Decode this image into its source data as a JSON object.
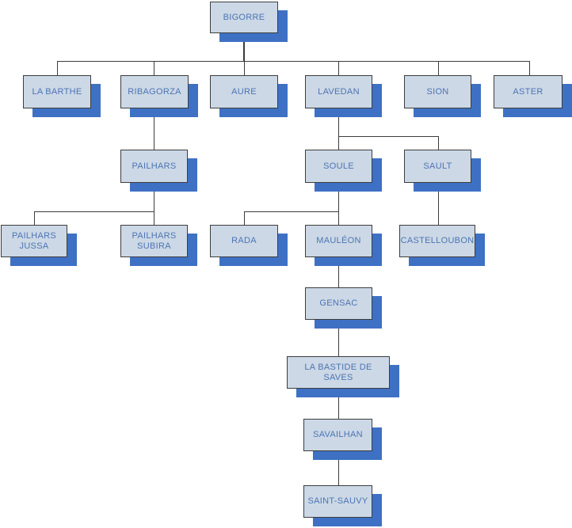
{
  "theme": {
    "canvas_bg": "#ffffff",
    "box_fill": "#ccd8e6",
    "box_border": "#3d3d3d",
    "box_shadow": "#3e71c4",
    "label_color": "#4d74b3",
    "line_color": "#3c3c3c"
  },
  "diagram": {
    "type": "tree",
    "nodes": {
      "bigorre": {
        "label": "BIGORRE",
        "parent": null
      },
      "la_barthe": {
        "label": "LA BARTHE",
        "parent": "BIGORRE"
      },
      "ribagorza": {
        "label": "RIBAGORZA",
        "parent": "BIGORRE"
      },
      "aure": {
        "label": "AURE",
        "parent": "BIGORRE"
      },
      "lavedan": {
        "label": "LAVEDAN",
        "parent": "BIGORRE"
      },
      "sion": {
        "label": "SION",
        "parent": "BIGORRE"
      },
      "aster": {
        "label": "ASTER",
        "parent": "BIGORRE"
      },
      "pailhars": {
        "label": "PAILHARS",
        "parent": "RIBAGORZA"
      },
      "soule": {
        "label": "SOULE",
        "parent": "LAVEDAN"
      },
      "sault": {
        "label": "SAULT",
        "parent": "LAVEDAN"
      },
      "pailhars_jussa": {
        "label": "PAILHARS JUSSA",
        "parent": "PAILHARS"
      },
      "pailhars_subira": {
        "label": "PAILHARS SUBIRA",
        "parent": "PAILHARS"
      },
      "rada": {
        "label": "RADA",
        "parent": "SOULE"
      },
      "mauleon": {
        "label": "MAULÉON",
        "parent": "SOULE"
      },
      "castelloubon": {
        "label": "CASTELLOUBON",
        "parent": "SAULT"
      },
      "gensac": {
        "label": "GENSAC",
        "parent": "MAULÉON"
      },
      "la_bastide_de_saves": {
        "label": "LA BASTIDE DE SAVES",
        "parent": "GENSAC"
      },
      "savailhan": {
        "label": "SAVAILHAN",
        "parent": "LA BASTIDE DE SAVES"
      },
      "saint_sauvy": {
        "label": "SAINT-SAUVY",
        "parent": "SAVAILHAN"
      }
    }
  }
}
